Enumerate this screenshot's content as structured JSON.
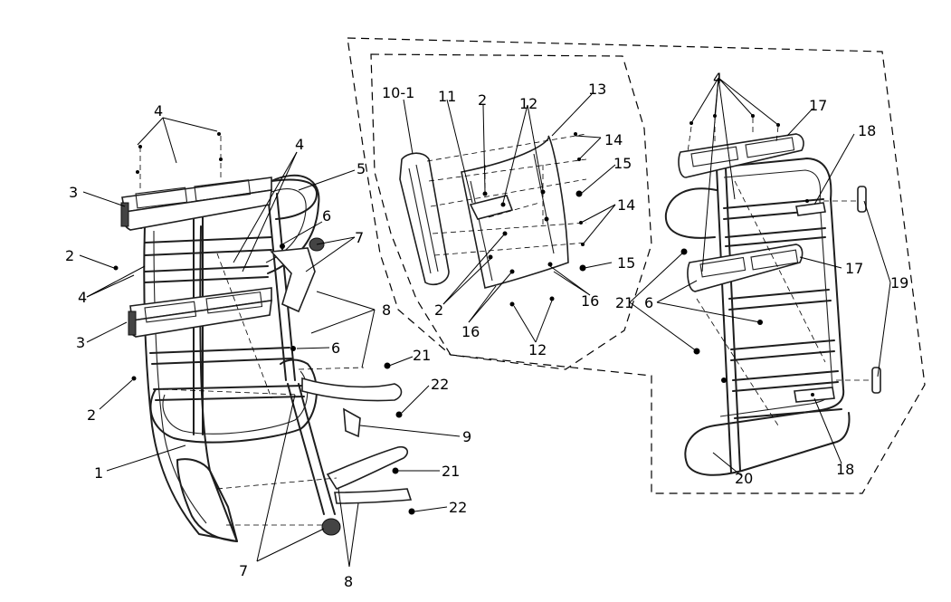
{
  "diagram": {
    "callouts": {
      "c1": "1",
      "c2a": "2",
      "c2b": "2",
      "c3a": "3",
      "c3b": "3",
      "c4a": "4",
      "c4b": "4",
      "c4c": "4",
      "c5": "5",
      "c6a": "6",
      "c6b": "6",
      "c7a": "7",
      "c7b": "7",
      "c8a": "8",
      "c8b": "8",
      "c9": "9",
      "c21a": "21",
      "c21b": "21",
      "c22a": "22",
      "c22b": "22",
      "c10_1": "10-1",
      "c11": "11",
      "c2c": "2",
      "c2d": "2",
      "c12a": "12",
      "c12b": "12",
      "c13": "13",
      "c14a": "14",
      "c14b": "14",
      "c15a": "15",
      "c15b": "15",
      "c16a": "16",
      "c16b": "16",
      "c4d": "4",
      "c17a": "17",
      "c17b": "17",
      "c18a": "18",
      "c18b": "18",
      "c19": "19",
      "c6c": "6",
      "c21c": "21",
      "c20": "20"
    },
    "colors": {
      "line": "#1e1e1e",
      "background": "#ffffff"
    }
  }
}
